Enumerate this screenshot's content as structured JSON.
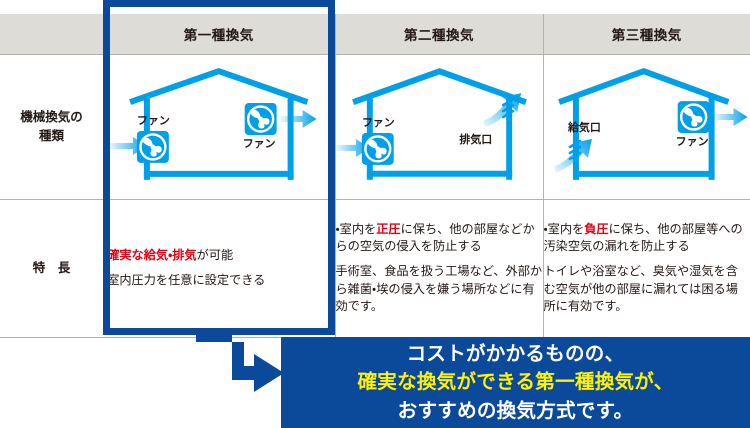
{
  "table": {
    "header": {
      "corner_label": "",
      "columns": [
        {
          "label": "第一種換気",
          "highlighted": true
        },
        {
          "label": "第二種換気",
          "highlighted": false
        },
        {
          "label": "第三種換気",
          "highlighted": false
        }
      ]
    },
    "rows": [
      {
        "label": "機械換気の\n種類",
        "label_line1": "機械換気の",
        "label_line2": "種類",
        "cells": [
          {
            "diagram": "house-fan-fan",
            "left_device": "fan",
            "left_device_label": "ファン",
            "right_device": "fan",
            "right_device_label": "ファン",
            "inflow_arrow": true,
            "outflow_arrow": true
          },
          {
            "diagram": "house-fan-vent",
            "left_device": "fan",
            "left_device_label": "ファン",
            "right_device": "vent",
            "right_device_label": "排気口",
            "inflow_arrow": true,
            "outflow_arrow": true
          },
          {
            "diagram": "house-vent-fan",
            "left_device": "vent",
            "left_device_label": "給気口",
            "right_device": "fan",
            "right_device_label": "ファン",
            "inflow_arrow": true,
            "outflow_arrow": true
          }
        ]
      },
      {
        "label": "特　長",
        "cells": [
          {
            "bullets": [
              {
                "prefix": "・",
                "highlight": "確実な給気・排気",
                "rest": "が可能"
              },
              {
                "prefix": "・",
                "highlight": "",
                "rest": "室内圧力を任意に設定できる"
              }
            ],
            "note": ""
          },
          {
            "bullets": [
              {
                "prefix": "・",
                "pre": "室内を",
                "highlight": "正圧",
                "rest": "に保ち、他の部屋などからの空気の侵入を防止する"
              }
            ],
            "note": "手術室、食品を扱う工場など、外部から雑菌・埃の侵入を嫌う場所などに有効です。"
          },
          {
            "bullets": [
              {
                "prefix": "・",
                "pre": "室内を",
                "highlight": "負圧",
                "rest": "に保ち、他の部屋等への汚染空気の漏れを防止する"
              }
            ],
            "note": "トイレや浴室など、臭気や湿気を含む空気が他の部屋に漏れては困る場所に有効です。"
          }
        ]
      }
    ]
  },
  "banner": {
    "line1": "コストがかかるものの、",
    "line2": "確実な換気ができる第一種換気が、",
    "line3": "おすすめの換気方式です。"
  },
  "colors": {
    "accent_dark_blue": "#0b4a9b",
    "diagram_blue": "#00a0e9",
    "header_gray": "#dedcd6",
    "highlight_red": "#e60012",
    "banner_yellow": "#fff100",
    "text_black": "#231815"
  }
}
